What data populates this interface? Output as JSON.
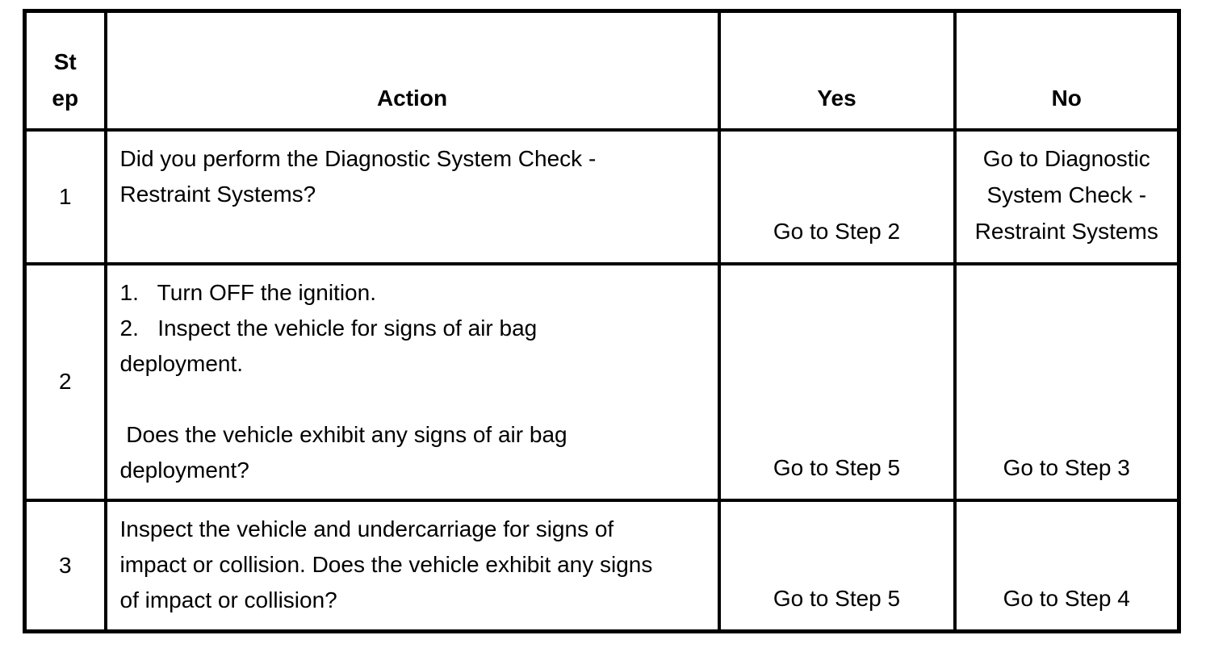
{
  "colors": {
    "background": "#ffffff",
    "border": "#000000",
    "text": "#000000"
  },
  "header": {
    "step": [
      "St",
      "ep"
    ],
    "action": "Action",
    "yes": "Yes",
    "no": "No"
  },
  "rows": [
    {
      "step": "1",
      "action_lines": [
        "Did you perform the Diagnostic System Check -",
        "Restraint Systems?"
      ],
      "yes": "Go to Step 2",
      "no": [
        "Go to Diagnostic",
        "System Check -",
        "Restraint Systems"
      ]
    },
    {
      "step": "2",
      "action_lines": [
        "1.   Turn OFF the ignition.",
        "2.   Inspect the vehicle for signs of air bag",
        "deployment.",
        "",
        " Does the vehicle exhibit any signs of air bag",
        "deployment?"
      ],
      "yes": "Go to Step 5",
      "no": "Go to Step 3"
    },
    {
      "step": "3",
      "action_lines": [
        "Inspect the vehicle and undercarriage for signs of",
        "impact or collision. Does the vehicle exhibit any signs",
        "of impact or collision?"
      ],
      "yes": "Go to Step 5",
      "no": "Go to Step 4"
    }
  ]
}
